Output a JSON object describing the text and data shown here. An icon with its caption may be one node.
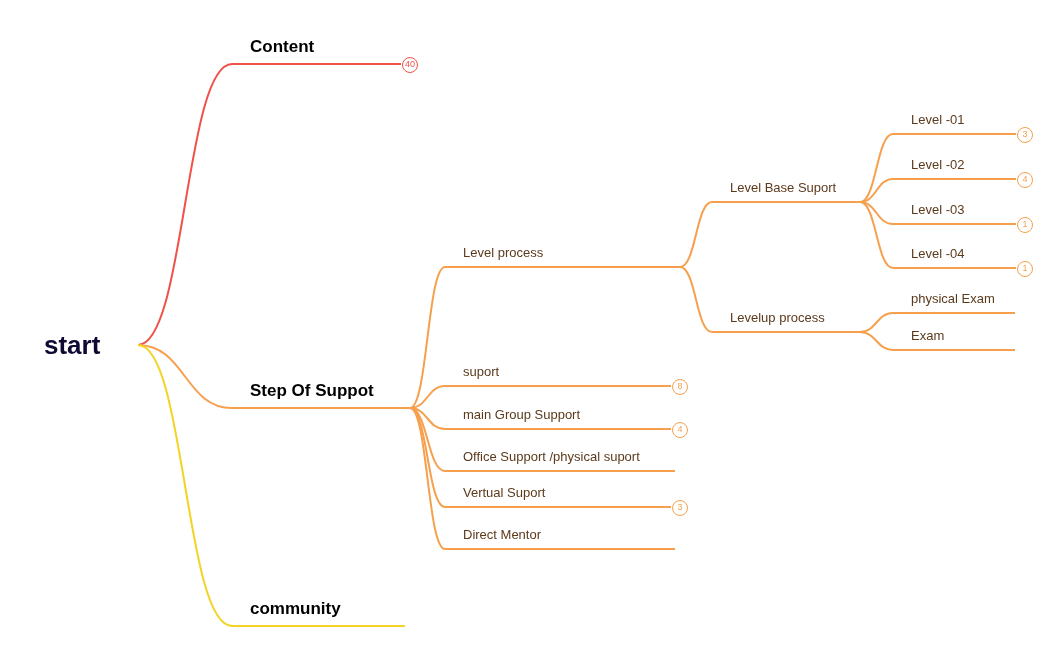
{
  "diagram": {
    "nodes": [
      {
        "text": [
          "start"
        ]
      },
      {
        "text": [
          "Content"
        ],
        "beside": [
          "40"
        ]
      },
      {
        "text": [
          "Step Of Suppot"
        ]
      },
      {
        "text": [
          "community"
        ]
      },
      {
        "text": [
          "Level process"
        ]
      },
      {
        "text": [
          "Level Base Suport"
        ]
      },
      {
        "text": [
          "Level -01"
        ],
        "beside": [
          "3"
        ]
      },
      {
        "text": [
          "Level -02"
        ],
        "beside": [
          "4"
        ]
      },
      {
        "text": [
          "Level -03"
        ],
        "beside": [
          "1"
        ]
      },
      {
        "text": [
          "Level -04"
        ],
        "beside": [
          "1"
        ]
      },
      {
        "text": [
          "Levelup process"
        ]
      },
      {
        "text": [
          "physical Exam"
        ]
      },
      {
        "text": [
          "Exam"
        ]
      },
      {
        "text": [
          "suport"
        ],
        "beside": [
          "8"
        ]
      },
      {
        "text": [
          "main Group Support"
        ],
        "beside": [
          "4"
        ]
      },
      {
        "text": [
          "Office Support /physical suport"
        ]
      },
      {
        "text": [
          "Vertual Suport"
        ],
        "beside": [
          "3"
        ]
      },
      {
        "text": [
          "Direct Mentor"
        ]
      }
    ],
    "edges": [
      {
        "from": 0,
        "to": 1,
        "arrow": "none",
        "color": "#f0524a"
      },
      {
        "from": 0,
        "to": 2,
        "arrow": "none"
      },
      {
        "from": 0,
        "to": 3,
        "arrow": "none",
        "color": "#f3d326"
      },
      {
        "from": 2,
        "to": 4,
        "arrow": "none"
      },
      {
        "from": 4,
        "to": 5,
        "arrow": "none"
      },
      {
        "from": 5,
        "to": 6,
        "arrow": "none"
      },
      {
        "from": 5,
        "to": 7,
        "arrow": "none"
      },
      {
        "from": 5,
        "to": 8,
        "arrow": "none"
      },
      {
        "from": 5,
        "to": 9,
        "arrow": "none"
      },
      {
        "from": 4,
        "to": 10,
        "arrow": "none"
      },
      {
        "from": 10,
        "to": 11,
        "arrow": "none"
      },
      {
        "from": 10,
        "to": 12,
        "arrow": "none"
      },
      {
        "from": 2,
        "to": 13,
        "arrow": "none"
      },
      {
        "from": 2,
        "to": 14,
        "arrow": "none"
      },
      {
        "from": 2,
        "to": 15,
        "arrow": "none"
      },
      {
        "from": 2,
        "to": 16,
        "arrow": "none"
      },
      {
        "from": 2,
        "to": 17,
        "arrow": "none"
      }
    ]
  }
}
